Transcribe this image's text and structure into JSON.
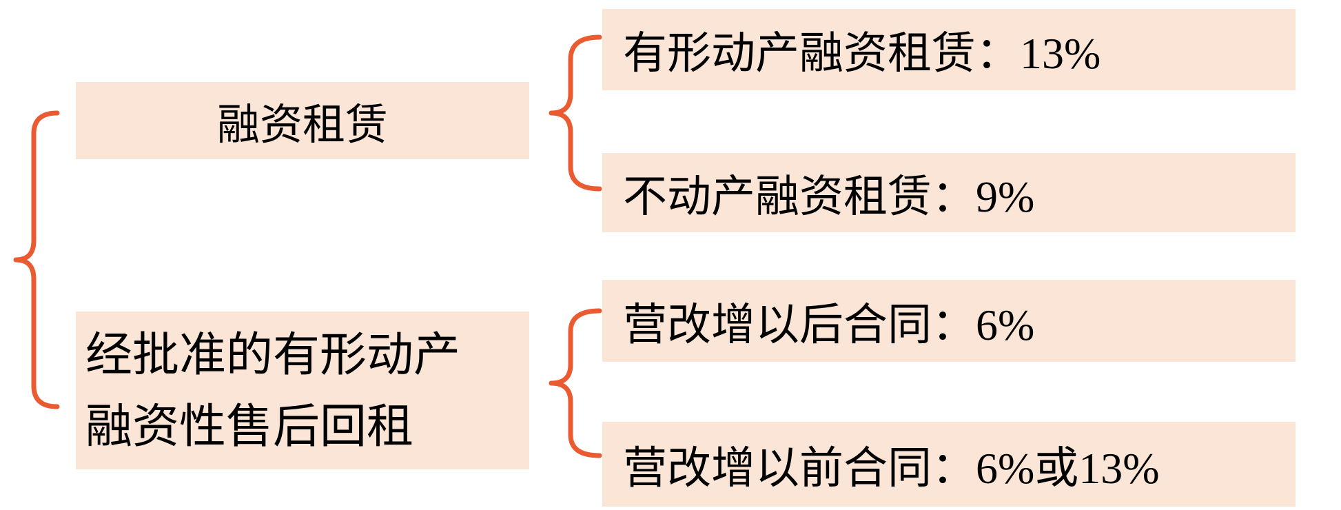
{
  "colors": {
    "background": "#ffffff",
    "box_bg": "#fbe5d6",
    "brace": "#ea5b32",
    "text": "#000000"
  },
  "tree": {
    "branches": [
      {
        "parent": "融资租赁",
        "children": [
          "有形动产融资租赁：13%",
          "不动产融资租赁：9%"
        ]
      },
      {
        "parent_lines": [
          "经批准的有形动产",
          "融资性售后回租"
        ],
        "children": [
          "营改增以后合同：6%",
          "营改增以前合同：6%或13%"
        ]
      }
    ]
  }
}
